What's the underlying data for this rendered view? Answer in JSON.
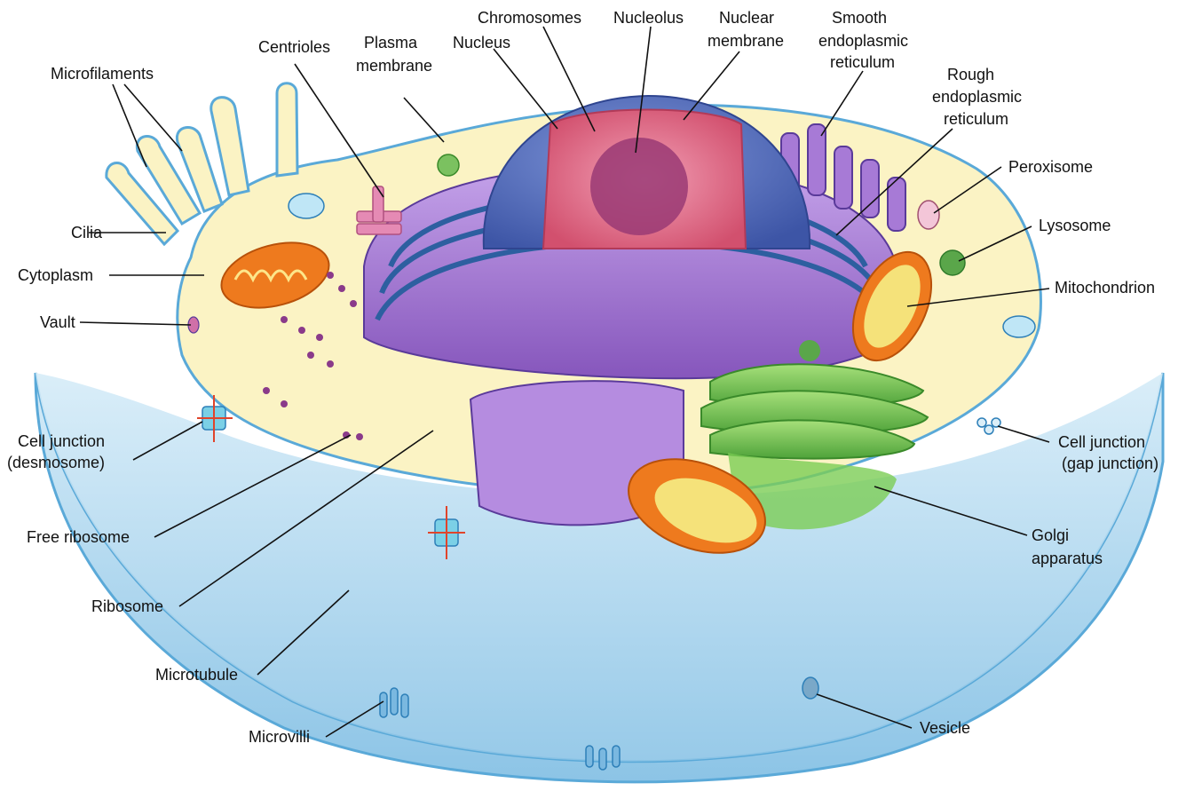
{
  "labels": {
    "microfilaments": "Microfilaments",
    "centrioles": "Centrioles",
    "plasma_membrane_1": "Plasma",
    "plasma_membrane_2": "membrane",
    "nucleus": "Nucleus",
    "chromosomes": "Chromosomes",
    "nucleolus": "Nucleolus",
    "nuclear_membrane_1": "Nuclear",
    "nuclear_membrane_2": "membrane",
    "smooth_er_1": "Smooth",
    "smooth_er_2": "endoplasmic",
    "smooth_er_3": "reticulum",
    "rough_er_1": "Rough",
    "rough_er_2": "endoplasmic",
    "rough_er_3": "reticulum",
    "peroxisome": "Peroxisome",
    "lysosome": "Lysosome",
    "mitochondrion": "Mitochondrion",
    "cilia": "Cilia",
    "cytoplasm": "Cytoplasm",
    "vault": "Vault",
    "cell_junction_desmosome_1": "Cell junction",
    "cell_junction_desmosome_2": "(desmosome)",
    "cell_junction_gap_1": "Cell junction",
    "cell_junction_gap_2": "(gap junction)",
    "free_ribosome": "Free ribosome",
    "ribosome": "Ribosome",
    "golgi_1": "Golgi",
    "golgi_2": "apparatus",
    "microtubule": "Microtubule",
    "microvilli": "Microvilli",
    "vesicle": "Vesicle"
  },
  "colors": {
    "cytoplasm": "#fbf3c4",
    "membrane": "#5aa9d8",
    "cell_body": "#bfe0f2",
    "nucleus": "#4f68b8",
    "nucleoplasm": "#e0708e",
    "er": "#9a6cc8",
    "golgi": "#6fc04a",
    "mitochondrion": "#ee7a1e",
    "centriole": "#e58ab4",
    "lysosome": "#5aa64a"
  }
}
